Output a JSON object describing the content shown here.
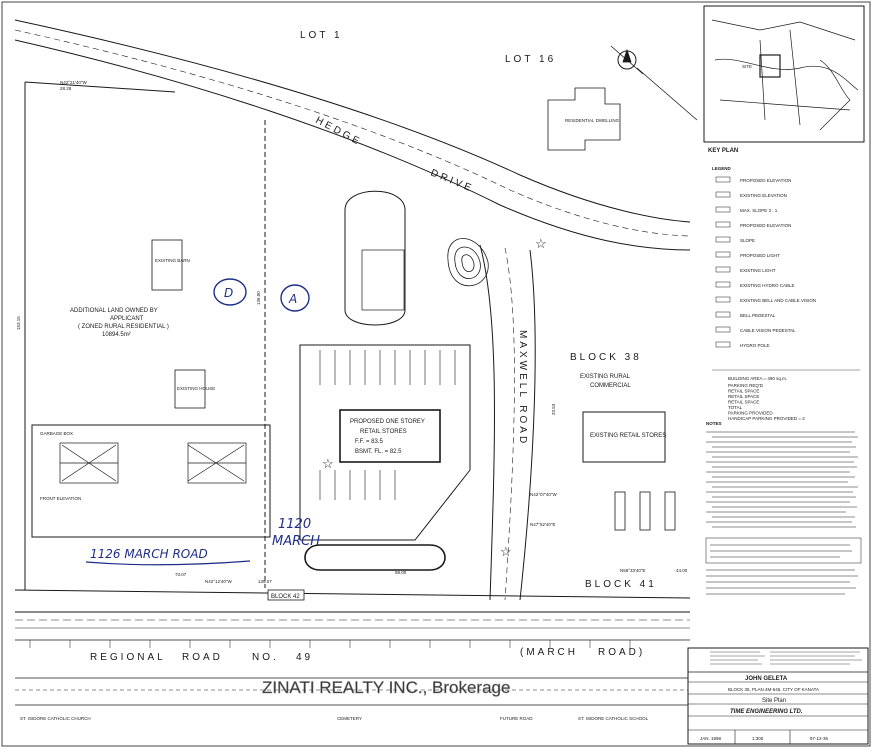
{
  "site": {
    "lots": [
      "LOT 1",
      "LOT 16"
    ],
    "blocks": [
      "BLOCK 38",
      "BLOCK 41",
      "BLOCK 42"
    ],
    "streets": {
      "hedge_drive": [
        "HEDGE",
        "DRIVE"
      ],
      "maxwell_road": "MAXWELL ROAD",
      "regional_road": [
        "REGIONAL",
        "ROAD",
        "NO.",
        "49",
        "(MARCH",
        "ROAD)"
      ]
    },
    "neighbours": {
      "church": "ST. ISIDORE CATHOLIC CHURCH",
      "cemetery": "CEMETERY",
      "future_road": "FUTURE ROAD",
      "school": "ST. ISIDORE CATHOLIC SCHOOL",
      "existing_commercial": [
        "EXISTING RURAL",
        "COMMERCIAL"
      ],
      "existing_retail": "EXISTING RETAIL STORES",
      "residential": "RESIDENTIAL DWELLING"
    },
    "left_parcel": {
      "lines": [
        "ADDITIONAL LAND OWNED BY",
        "APPLICANT",
        "( ZONED RURAL RESIDENTIAL )",
        "10894.5m²"
      ],
      "existing_barn": "EXISTING BARN",
      "existing_house": "EXISTING HOUSE"
    },
    "building": {
      "lines": [
        "PROPOSED ONE STOREY",
        "RETAIL STORES",
        "F.F. = 83.5",
        "BSMT. FL. = 82.5"
      ]
    },
    "distances": {
      "top_left": "28.28",
      "bottom_left": "73.07",
      "bottom_mid": "139.07",
      "bottom_right": "58.00",
      "far_right": "44.00",
      "maxwell": "33.53",
      "left_side": "153.15",
      "side_mid": "136.00",
      "bearing_top": "N42°21'40\"W",
      "bearing_bottom": "N42°12'40\"W",
      "bearing_right": "N58°33'40\"E",
      "bearing_mid1": "N42°07'40\"W",
      "bearing_mid2": "N47°52'40\"E"
    },
    "handwritten": {
      "address_1126": "1126 MARCH ROAD",
      "address_1120": [
        "1120",
        "MARCH"
      ],
      "circle_1": "D",
      "circle_2": "A"
    },
    "key_plan": {
      "title": "KEY PLAN",
      "site_label": "SITE"
    },
    "legend": {
      "title": "LEGEND",
      "items": [
        "PROPOSED ELEVATION",
        "EXISTING ELEVATION",
        "MAX. SLOPE 3 : 1",
        "PROPOSED ELEVATION",
        "SLOPE",
        "PROPOSED LIGHT",
        "EXISTING LIGHT",
        "EXISTING HYDRO CABLE",
        "EXISTING BELL AND CABLE VISION",
        "BELL PEDESTAL",
        "CABLE VISION PEDESTAL",
        "HYDRO POLE"
      ],
      "stats_header": "BUILDING AREA = 490 sq.m.",
      "stats": [
        "PARKING REQ'D",
        "RETAIL SPACE",
        "RETAIL SPACE",
        "RETAIL SPACE",
        "TOTAL",
        "PARKING PROVIDED",
        "HANDICAP PARKING PROVIDED = 2"
      ],
      "notes_title": "NOTES"
    },
    "garbage_box": {
      "title": "GARBAGE BOX",
      "caption": "FRONT ELEVATION"
    },
    "title_block": {
      "owner": "JOHN GELETA",
      "location": "BLOCK 35, PLAN 4M-646, CITY OF KANATA",
      "drawing": "Site Plan",
      "firm": "TIME ENGINEERING LTD.",
      "scale": "1:300",
      "date": "JAN. 1998",
      "job": "97-12-36"
    },
    "watermark": "ZINATI REALTY INC., Brokerage"
  },
  "colors": {
    "ink": "#1a1a1a",
    "pen": "#1f2f86",
    "paper": "#ffffff",
    "watermark": "#ffffff"
  }
}
